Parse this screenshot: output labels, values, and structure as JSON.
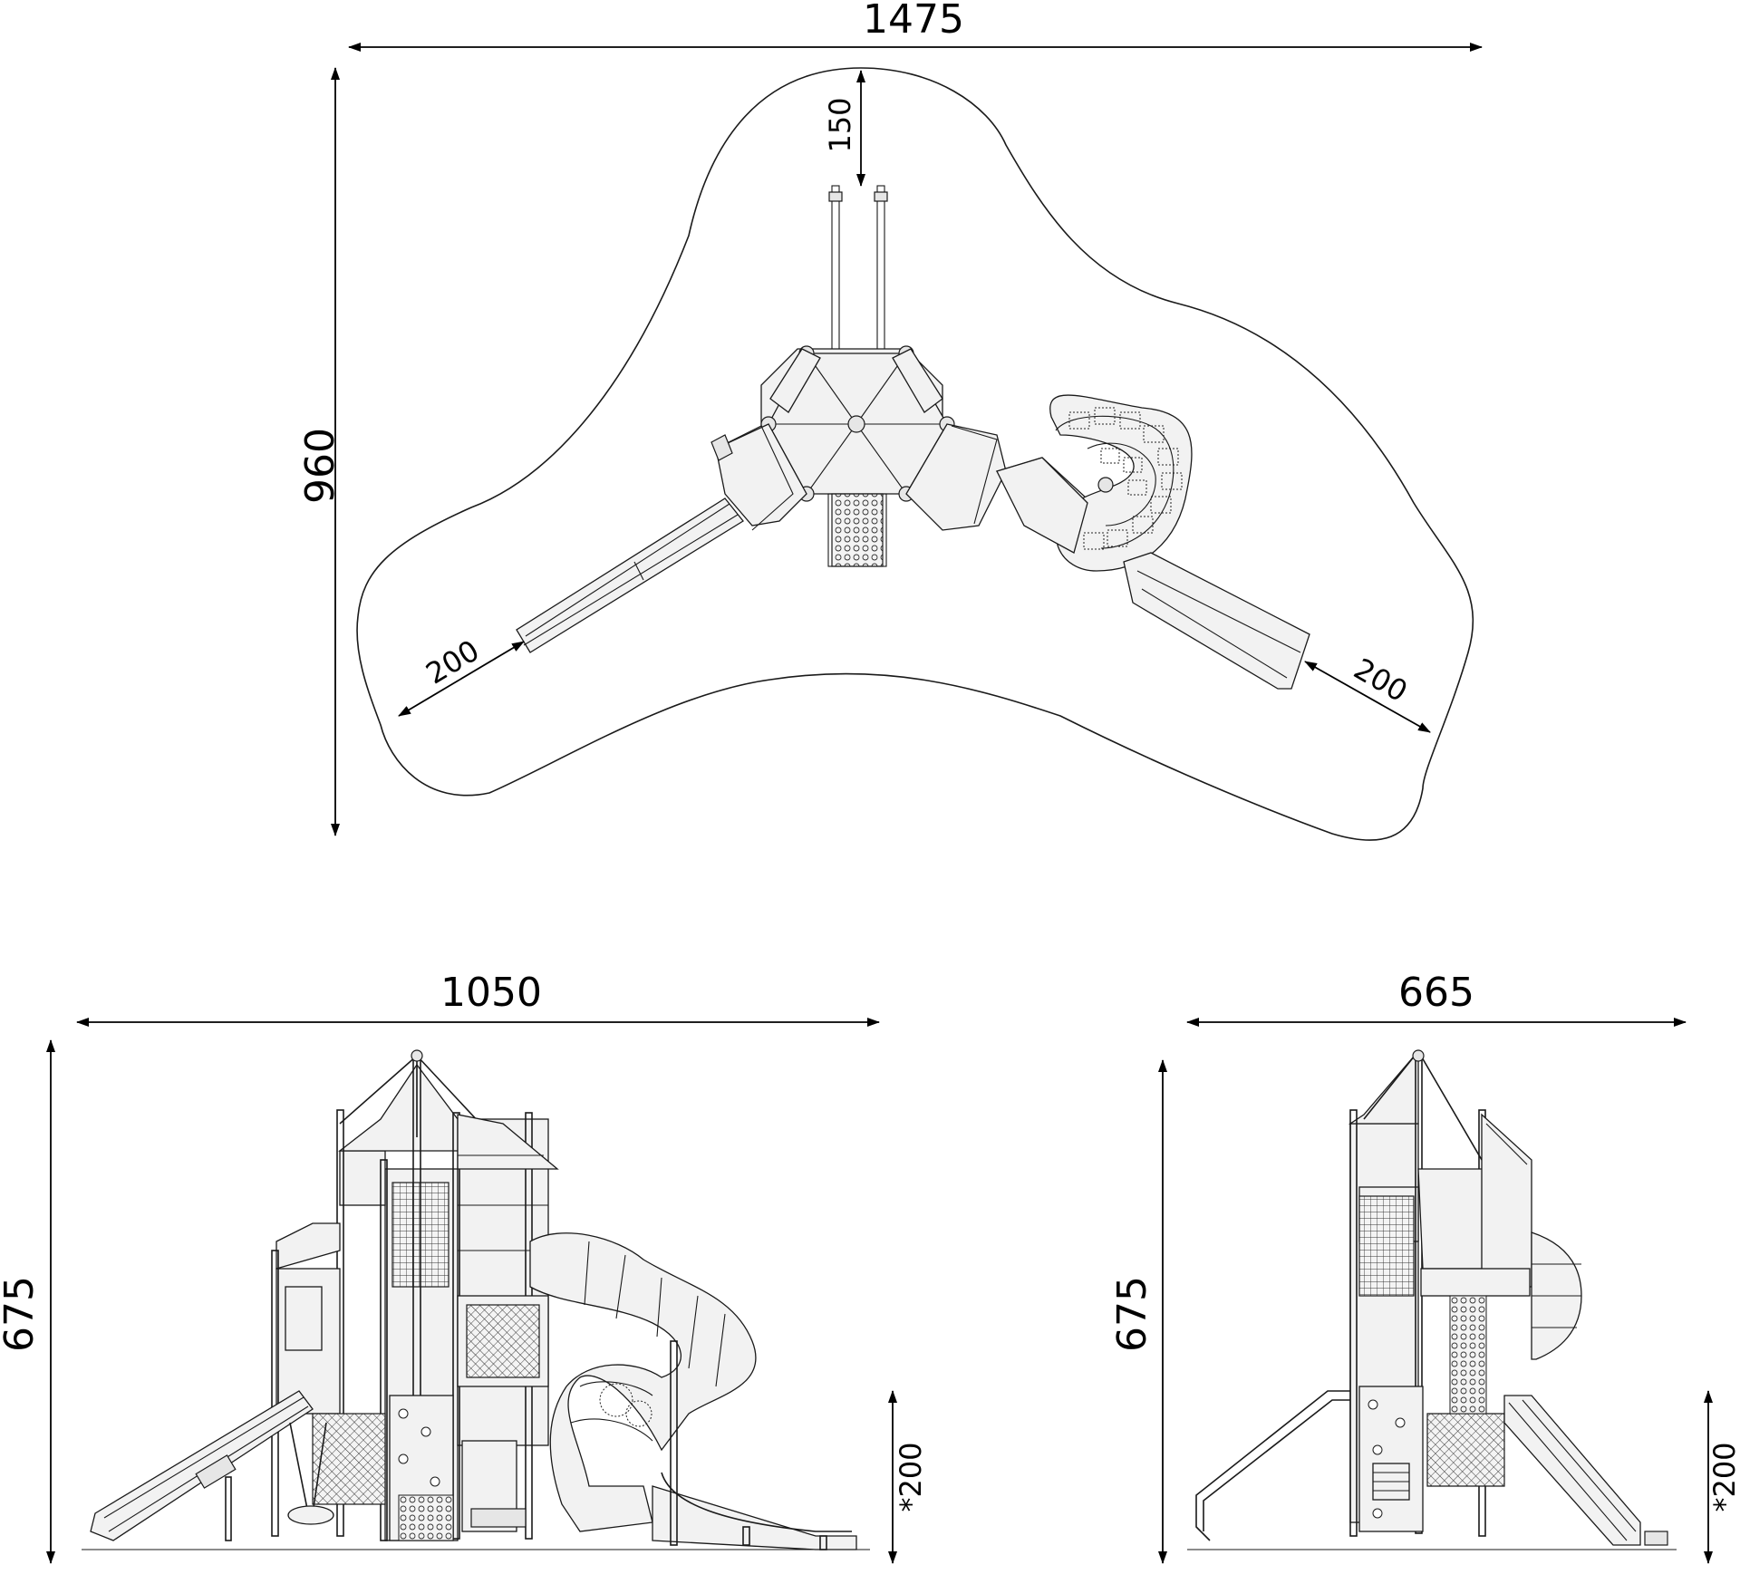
{
  "top_view": {
    "dim_width": "1475",
    "dim_height": "960",
    "dim_top": "150",
    "dim_left": "200",
    "dim_right": "200"
  },
  "front_view": {
    "dim_width": "1050",
    "dim_height": "675",
    "dim_fall": "*200"
  },
  "side_view": {
    "dim_width": "665",
    "dim_height": "675",
    "dim_fall": "*200"
  }
}
